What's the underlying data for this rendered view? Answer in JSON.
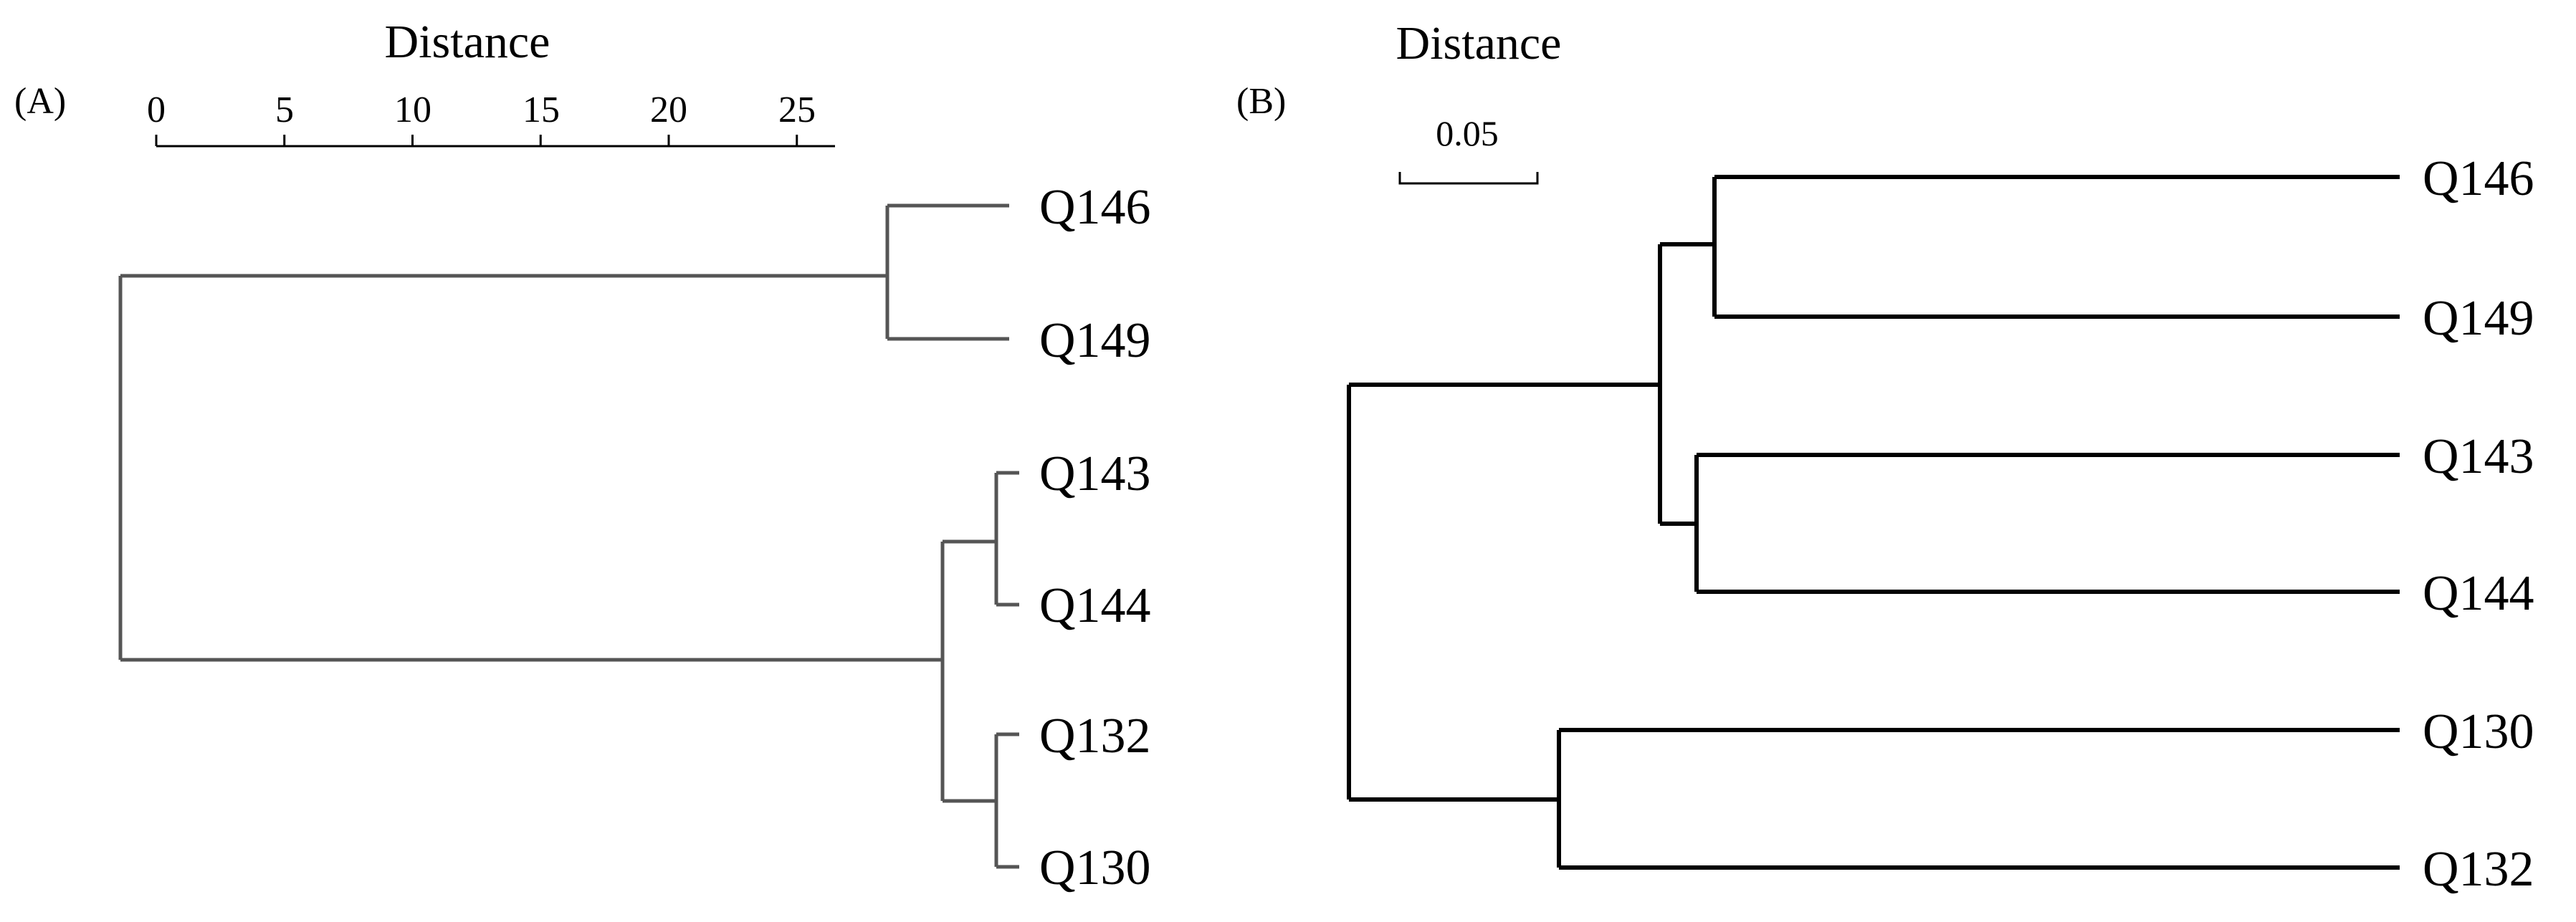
{
  "panel_a": {
    "label": "(A)",
    "title": "Distance",
    "ticks": [
      "0",
      "5",
      "10",
      "15",
      "20",
      "25"
    ],
    "axis_range": [
      0,
      26.5
    ],
    "leaves": [
      "Q146",
      "Q149",
      "Q143",
      "Q144",
      "Q132",
      "Q130"
    ]
  },
  "panel_b": {
    "label": "(B)",
    "title": "Distance",
    "scale_bar": "0.05",
    "leaves": [
      "Q146",
      "Q149",
      "Q143",
      "Q144",
      "Q130",
      "Q132"
    ]
  }
}
